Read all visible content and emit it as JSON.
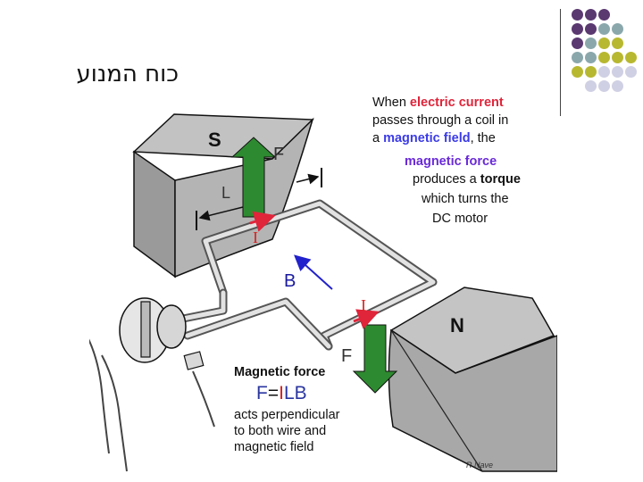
{
  "slide": {
    "title": "כוח המנוע"
  },
  "palette": {
    "dark_purple": "#5a3870",
    "teal_gray": "#8aa8ac",
    "olive": "#b8b830",
    "lavender": "#d0d0e4",
    "force_arrow": "#2e8a30",
    "current_red": "#e0243a",
    "field_blue": "#2222cc"
  },
  "diagram": {
    "pole_s": "S",
    "pole_n": "N",
    "force_top": "F",
    "force_bottom": "F",
    "length": "L",
    "current_top": "I",
    "current_bottom": "I",
    "field": "B"
  },
  "caption": {
    "l1_a": "When ",
    "l1_b": "electric current",
    "l2": "passes through a  coil in",
    "l3_a": "a ",
    "l3_b": "magnetic field",
    "l3_c": ", the",
    "l4": "magnetic force",
    "l5_a": "produces a ",
    "l5_b": "torque",
    "l6": "which turns the",
    "l7": "DC motor"
  },
  "formula": {
    "heading": "Magnetic force",
    "f": "F",
    "eq": "=",
    "i": "I",
    "lb": "LB",
    "d1": "acts perpendicular",
    "d2": "to both wire and",
    "d3": "magnetic field"
  },
  "credit": "R Nave"
}
